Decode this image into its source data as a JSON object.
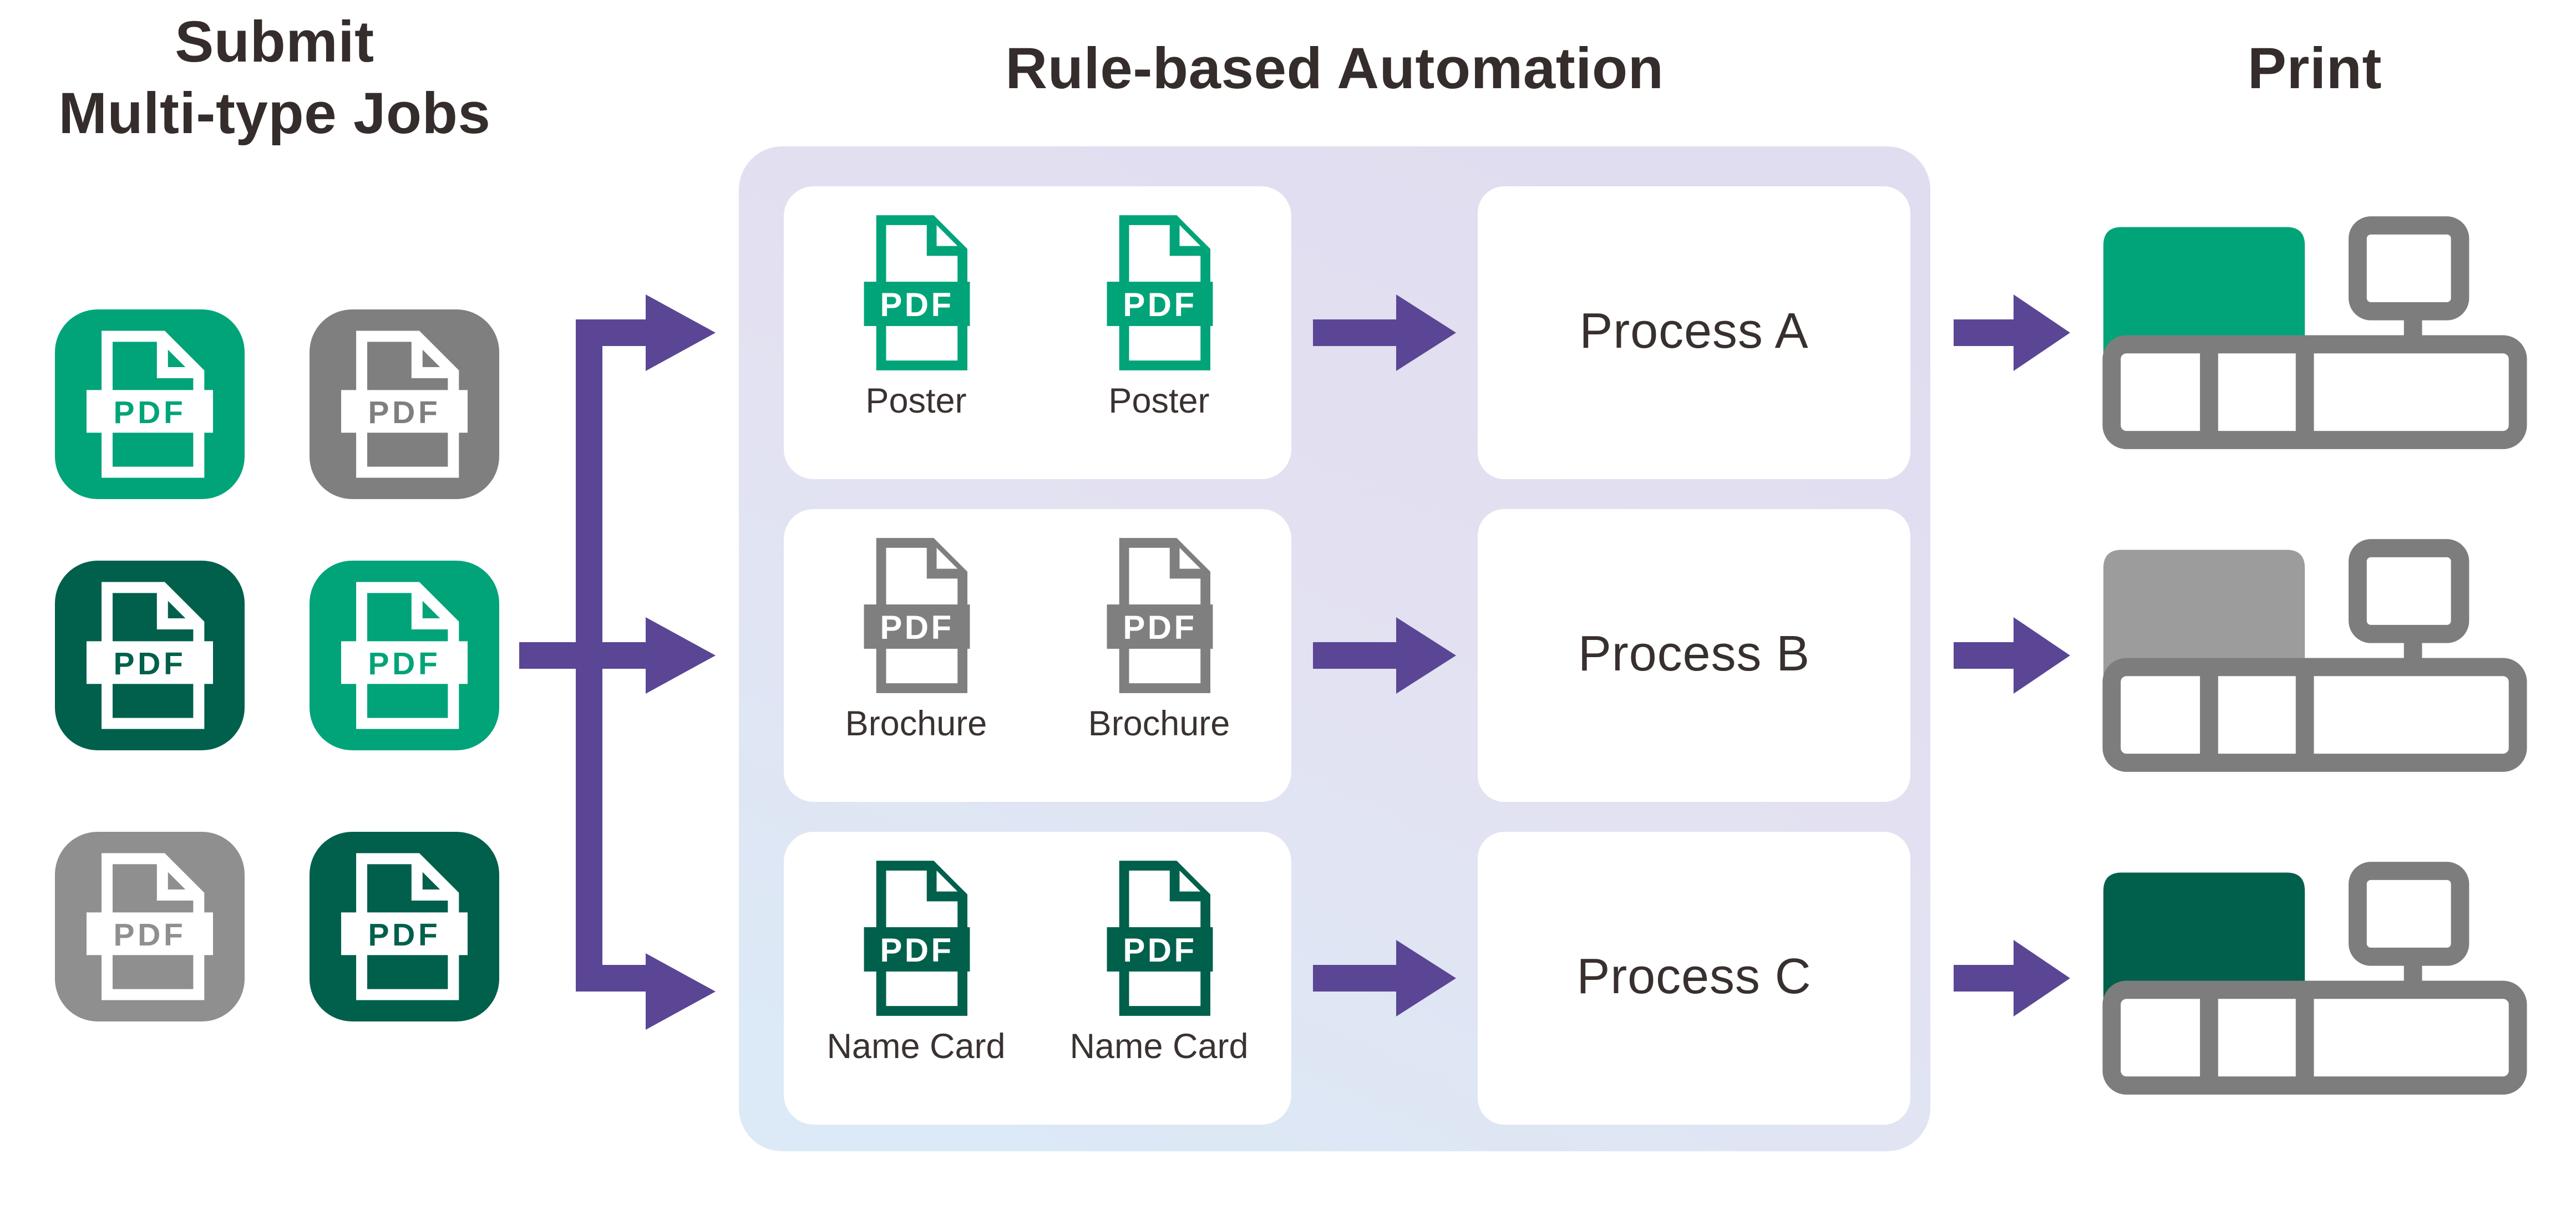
{
  "titles": {
    "submit_line1": "Submit",
    "submit_line2": "Multi-type Jobs",
    "automation": "Rule-based Automation",
    "print": "Print"
  },
  "pdf_label": "PDF",
  "submit_jobs": {
    "badges": [
      {
        "position": "row1-col1",
        "color": "green"
      },
      {
        "position": "row1-col2",
        "color": "gray"
      },
      {
        "position": "row2-col1",
        "color": "dark-green"
      },
      {
        "position": "row2-col2",
        "color": "green"
      },
      {
        "position": "row3-col1",
        "color": "light-gray"
      },
      {
        "position": "row3-col2",
        "color": "dark-green"
      }
    ]
  },
  "automation_rows": [
    {
      "file1": "Poster",
      "file2": "Poster",
      "process": "Process A",
      "file_color": "green"
    },
    {
      "file1": "Brochure",
      "file2": "Brochure",
      "process": "Process B",
      "file_color": "gray"
    },
    {
      "file1": "Name Card",
      "file2": "Name Card",
      "process": "Process C",
      "file_color": "dark-green"
    }
  ],
  "printers": [
    {
      "cover_color": "green"
    },
    {
      "cover_color": "light-gray"
    },
    {
      "cover_color": "dark-green"
    }
  ],
  "colors": {
    "green": "#00A478",
    "dark_green": "#00604B",
    "gray": "#7F7F7F",
    "gray_mid": "#8F8F8F",
    "gray_light": "#9C9C9C",
    "printer_gray": "#7D7D7D",
    "purple": "#5A4694",
    "ink": "#38302E",
    "container_top": "#DFDDEF",
    "container_bottom": "#DCE9F6"
  }
}
